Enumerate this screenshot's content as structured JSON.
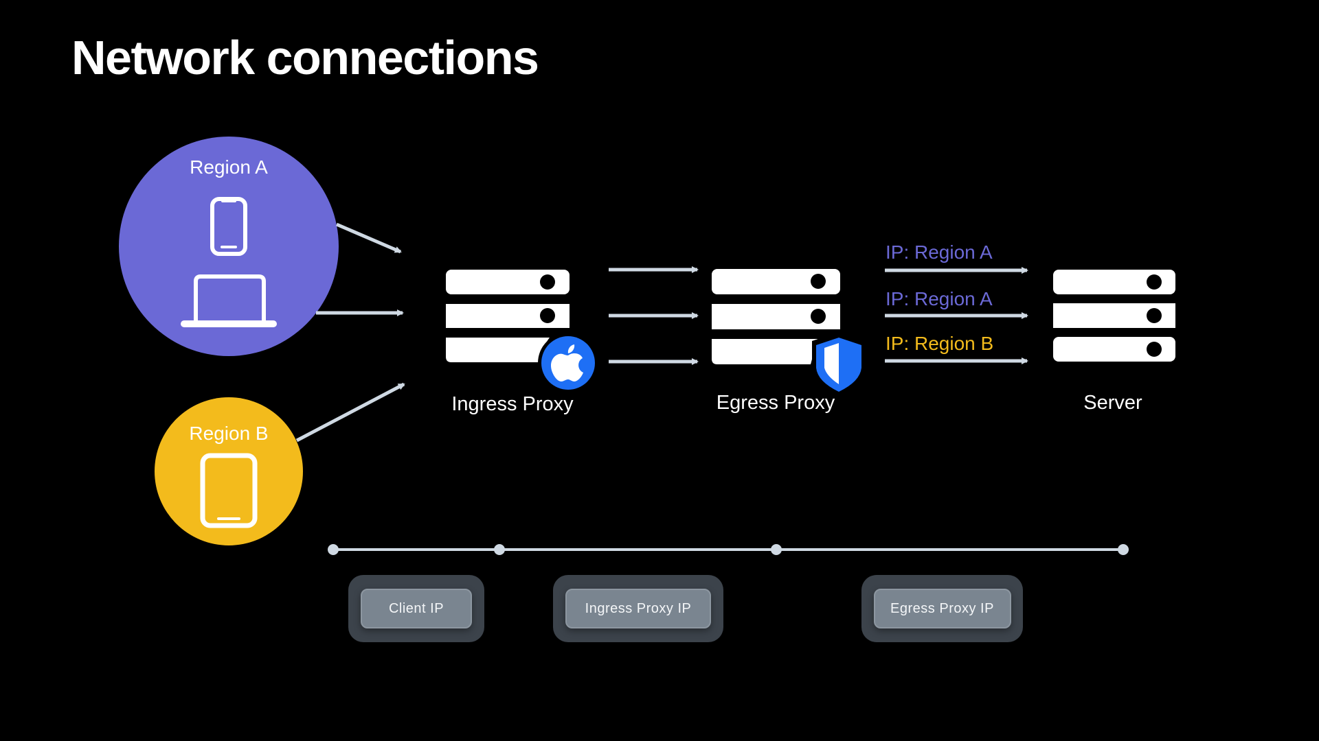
{
  "title": "Network connections",
  "colors": {
    "region_a": "#6b69d6",
    "region_b": "#f3bb1c",
    "arrow": "#cfd9e3",
    "badge_blue": "#1e6ff5",
    "pill_outer": "#3c434b",
    "pill_inner": "#7a8590"
  },
  "regions": [
    {
      "label": "Region A",
      "devices": [
        "iphone-icon",
        "laptop-icon"
      ]
    },
    {
      "label": "Region B",
      "devices": [
        "ipad-icon"
      ]
    }
  ],
  "nodes": [
    {
      "label": "Ingress Proxy",
      "icon": "server-icon",
      "badge": "apple-logo-icon"
    },
    {
      "label": "Egress Proxy",
      "icon": "server-icon",
      "badge": "shield-icon"
    },
    {
      "label": "Server",
      "icon": "server-icon",
      "badge": null
    }
  ],
  "egress_connections": [
    {
      "label": "IP: Region A",
      "region": "A"
    },
    {
      "label": "IP: Region A",
      "region": "A"
    },
    {
      "label": "IP: Region B",
      "region": "B"
    }
  ],
  "timeline": {
    "segments": [
      {
        "label": "Client IP"
      },
      {
        "label": "Ingress Proxy IP"
      },
      {
        "label": "Egress Proxy IP"
      }
    ]
  }
}
